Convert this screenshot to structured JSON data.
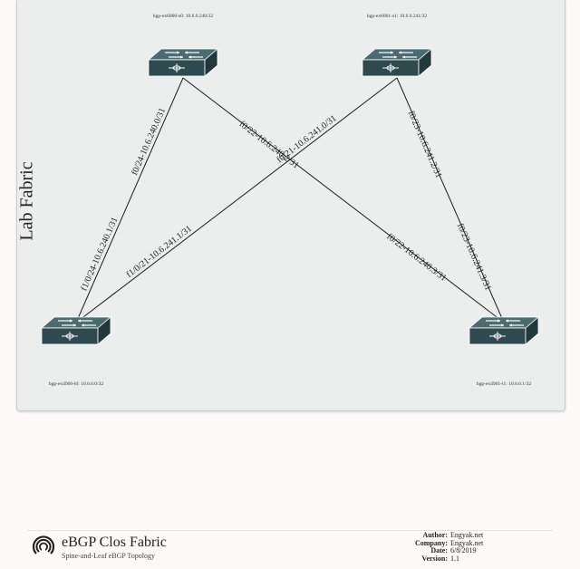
{
  "diagram": {
    "area_label": "Lab Fabric",
    "nodes": [
      {
        "id": "s0",
        "label": "bgp-ex6000-s0: 10.6.0.240/32"
      },
      {
        "id": "s1",
        "label": "bgp-ex6001-s1: 10.6.0.241/32"
      },
      {
        "id": "l0",
        "label": "bgp-ex4900-l0: 10.6.0.0/32"
      },
      {
        "id": "l1",
        "label": "bgp-ex4901-l1: 10.6.0.1/32"
      }
    ],
    "links": [
      {
        "from": "s0",
        "to": "l0",
        "label_a": "f0/24-10.6.240.0/31",
        "label_b": "f1/0/24-10.6.240.1/31"
      },
      {
        "from": "s0",
        "to": "l1",
        "label_a": "f0/22-10.6.240.2/31",
        "label_b": "f0/22-10.6.240.3/31"
      },
      {
        "from": "s1",
        "to": "l0",
        "label_a": "f0/21-10.6.241.0/31",
        "label_b": "f1/0/21-10.6.241.1/31"
      },
      {
        "from": "s1",
        "to": "l1",
        "label_a": "f0/23-10.6.241.2/31",
        "label_b": "f0/23-10.6.241.3/31"
      }
    ]
  },
  "footer": {
    "title": "eBGP Clos Fabric",
    "subtitle": "Spine-and-Leaf eBGP Topology",
    "logo_icon": "swirl-logo-icon",
    "meta": [
      {
        "key": "Author:",
        "value": "Engyak.net"
      },
      {
        "key": "Company:",
        "value": "Engyak.net"
      },
      {
        "key": "Date:",
        "value": "6/8/2019"
      },
      {
        "key": "Version:",
        "value": "1.1"
      }
    ]
  },
  "colors": {
    "switch_top": "#4a6b6f",
    "switch_front": "#2f4a4e",
    "switch_side": "#22393c",
    "panel": "#eceeed",
    "page": "#fdfaf9"
  }
}
